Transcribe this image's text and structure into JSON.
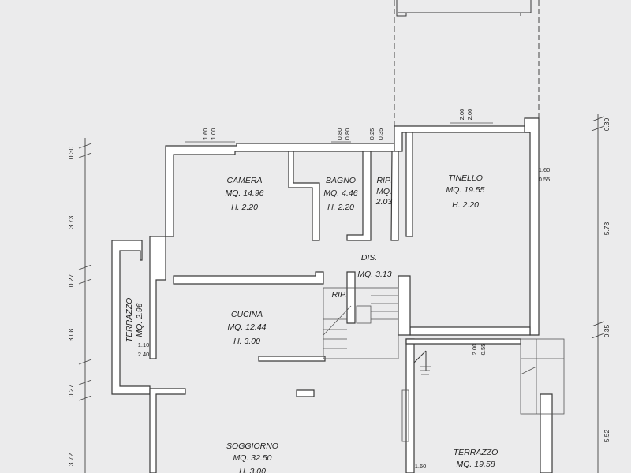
{
  "rooms": {
    "camera": {
      "name": "CAMERA",
      "area": "MQ. 14.96",
      "height": "H. 2.20"
    },
    "bagno": {
      "name": "BAGNO",
      "area": "MQ. 4.46",
      "height": "H. 2.20"
    },
    "rip1": {
      "name": "RIP.",
      "area1": "MQ.",
      "area2": "2.03"
    },
    "tinello": {
      "name": "TINELLO",
      "area": "MQ. 19.55",
      "height": "H. 2.20"
    },
    "dis": {
      "name": "DIS.",
      "area": "MQ. 3.13"
    },
    "rip2": {
      "name": "RIP."
    },
    "cucina": {
      "name": "CUCINA",
      "area": "MQ. 12.44",
      "height": "H. 3.00"
    },
    "terrazzo_small": {
      "name": "TERRAZZO",
      "area": "MQ. 2.96"
    },
    "terrazzo_large": {
      "name": "TERRAZZO",
      "area": "MQ. 19.58"
    },
    "soggiorno": {
      "name": "SOGGIORNO",
      "area": "MQ. 32.50",
      "height": "H. 3.00"
    }
  },
  "dimensions": {
    "left": [
      "0.30",
      "3.73",
      "0.27",
      "3.08",
      "0.27",
      "3.72"
    ],
    "right": [
      "0.30",
      "5.78",
      "0.35",
      "5.52"
    ],
    "windows": {
      "camera_top": [
        "1.60",
        "1.00"
      ],
      "bagno_top": [
        "0.80",
        "0.80"
      ],
      "rip_top": [
        "0.25",
        "0.35"
      ],
      "tinello_top": [
        "2.00",
        "2.00"
      ],
      "tinello_right": [
        "1.60",
        "0.55"
      ],
      "terrazzo_door": [
        "2.00",
        "0.55"
      ],
      "cucina_left": [
        "1.10",
        "2.40"
      ],
      "terrazzo_bottom": [
        "1.60"
      ]
    }
  }
}
